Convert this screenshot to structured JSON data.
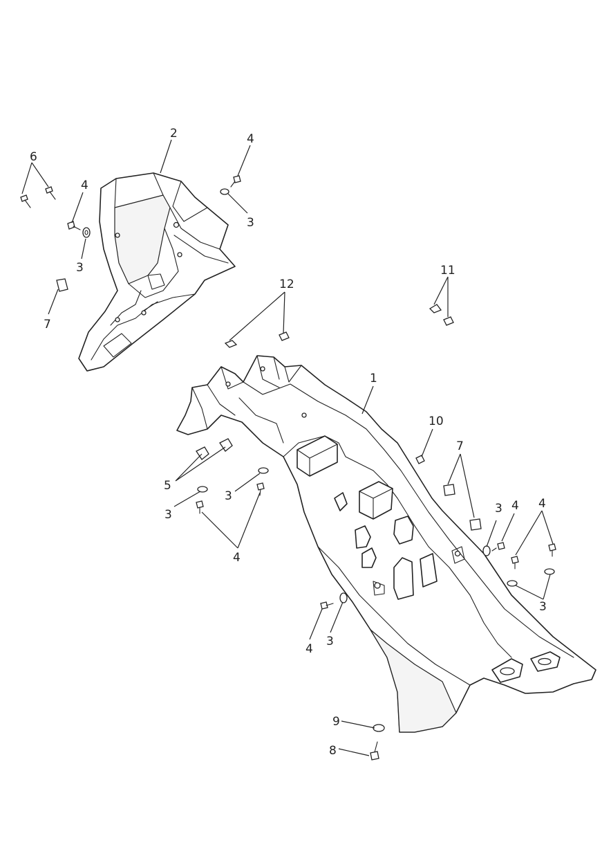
{
  "callouts": [
    {
      "id": "c1",
      "label": "1"
    },
    {
      "id": "c2",
      "label": "2"
    },
    {
      "id": "c3a",
      "label": "3"
    },
    {
      "id": "c3b",
      "label": "3"
    },
    {
      "id": "c3c",
      "label": "3"
    },
    {
      "id": "c3d",
      "label": "3"
    },
    {
      "id": "c3e",
      "label": "3"
    },
    {
      "id": "c3f",
      "label": "3"
    },
    {
      "id": "c3g",
      "label": "3"
    },
    {
      "id": "c4a",
      "label": "4"
    },
    {
      "id": "c4b",
      "label": "4"
    },
    {
      "id": "c4c",
      "label": "4"
    },
    {
      "id": "c4d",
      "label": "4"
    },
    {
      "id": "c4e",
      "label": "4"
    },
    {
      "id": "c4f",
      "label": "4"
    },
    {
      "id": "c5",
      "label": "5"
    },
    {
      "id": "c6",
      "label": "6"
    },
    {
      "id": "c7a",
      "label": "7"
    },
    {
      "id": "c7b",
      "label": "7"
    },
    {
      "id": "c8",
      "label": "8"
    },
    {
      "id": "c9",
      "label": "9"
    },
    {
      "id": "c10",
      "label": "10"
    },
    {
      "id": "c11",
      "label": "11"
    },
    {
      "id": "c12",
      "label": "12"
    }
  ]
}
